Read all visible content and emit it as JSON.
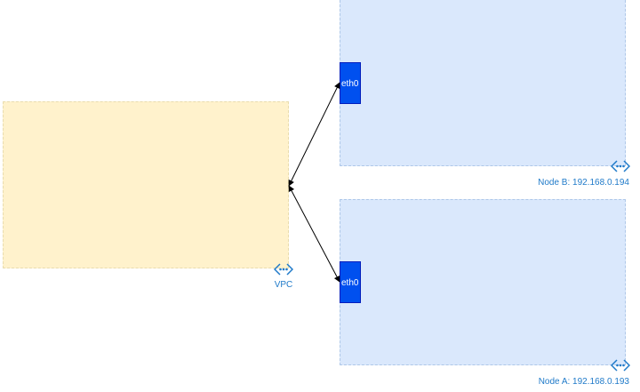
{
  "vpc": {
    "label": "VPC",
    "icon": "vpc-network-icon",
    "fill": "#fff2cc"
  },
  "node_b": {
    "label": "Node B: 192.168.0.194",
    "icon": "vpc-network-icon",
    "interface": "eth0",
    "fill": "#dae8fc"
  },
  "node_a": {
    "label": "Node A: 192.168.0.193",
    "icon": "vpc-network-icon",
    "interface": "eth0",
    "fill": "#dae8fc"
  },
  "colors": {
    "interface": "#0050ef",
    "label_text": "#1f7ac9",
    "connector": "#000000"
  }
}
